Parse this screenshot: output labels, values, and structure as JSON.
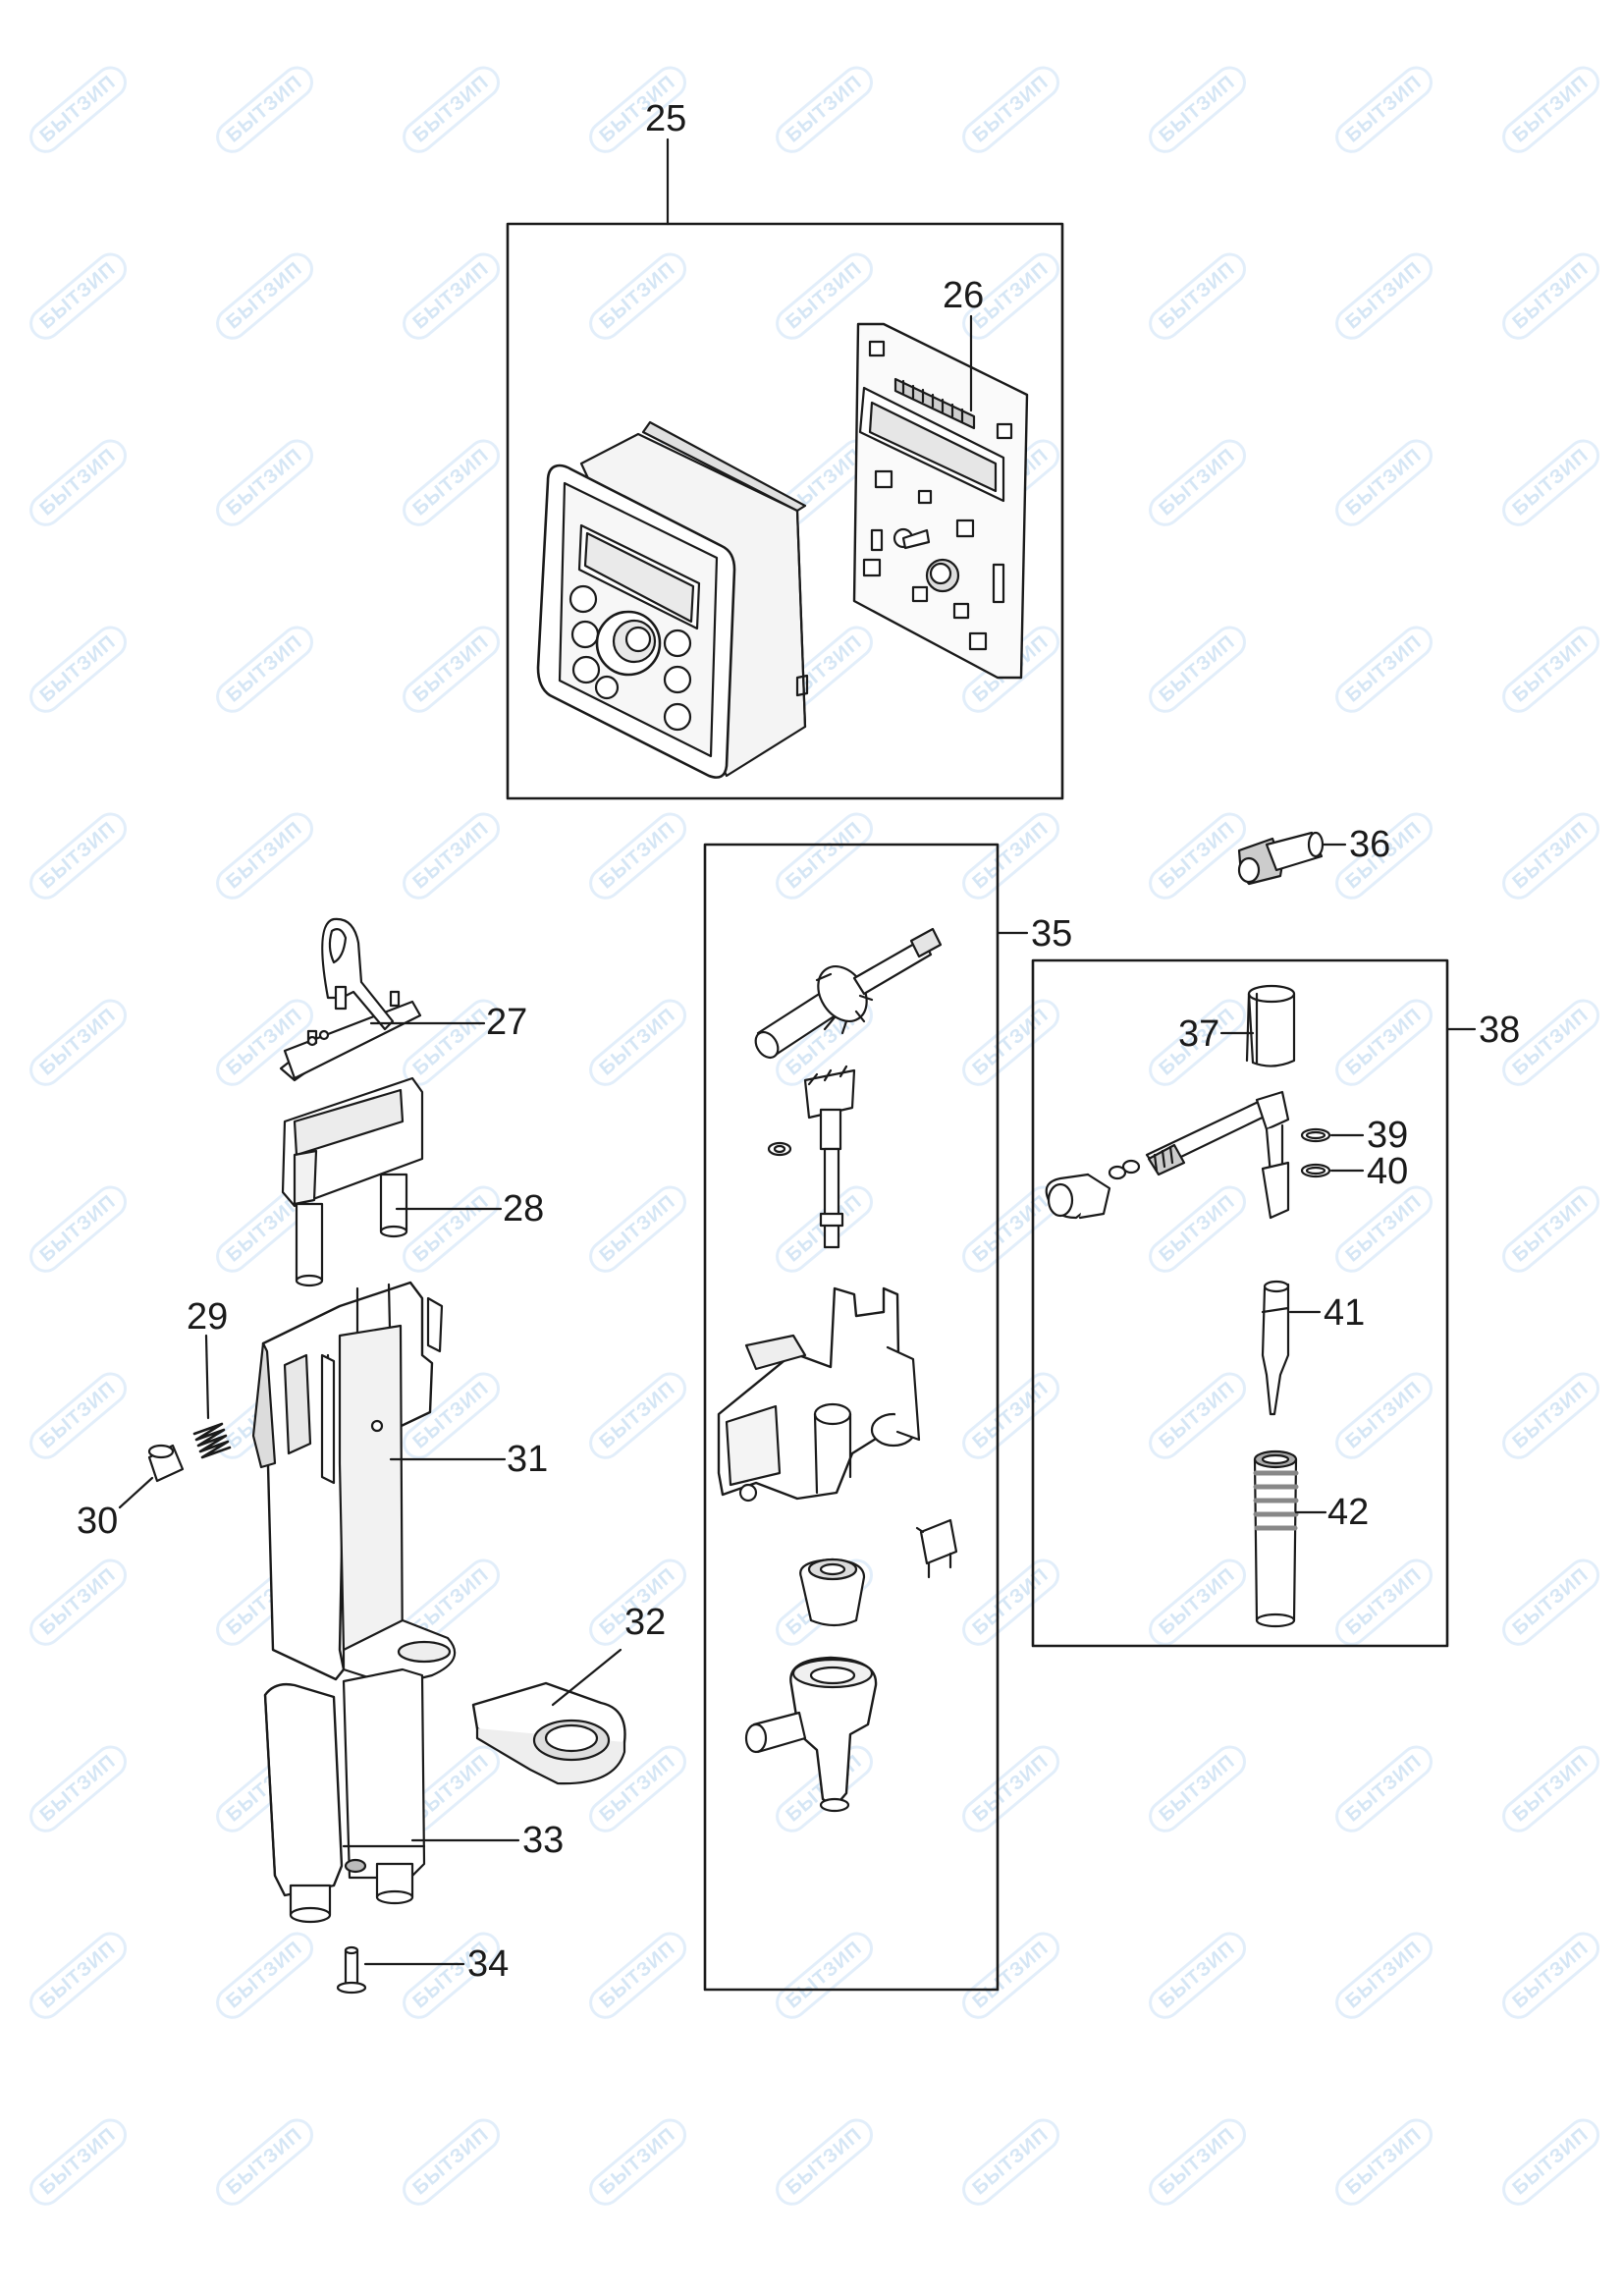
{
  "watermark": {
    "text": "БЫТЗИП",
    "color": "#d5e6f5"
  },
  "callouts": {
    "c25": "25",
    "c26": "26",
    "c27": "27",
    "c28": "28",
    "c29": "29",
    "c30": "30",
    "c31": "31",
    "c32": "32",
    "c33": "33",
    "c34": "34",
    "c35": "35",
    "c36": "36",
    "c37": "37",
    "c38": "38",
    "c39": "39",
    "c40": "40",
    "c41": "41",
    "c42": "42"
  },
  "colors": {
    "line": "#1a1a1a",
    "part_fill": "#ffffff",
    "part_shade": "#d9d9d9"
  }
}
